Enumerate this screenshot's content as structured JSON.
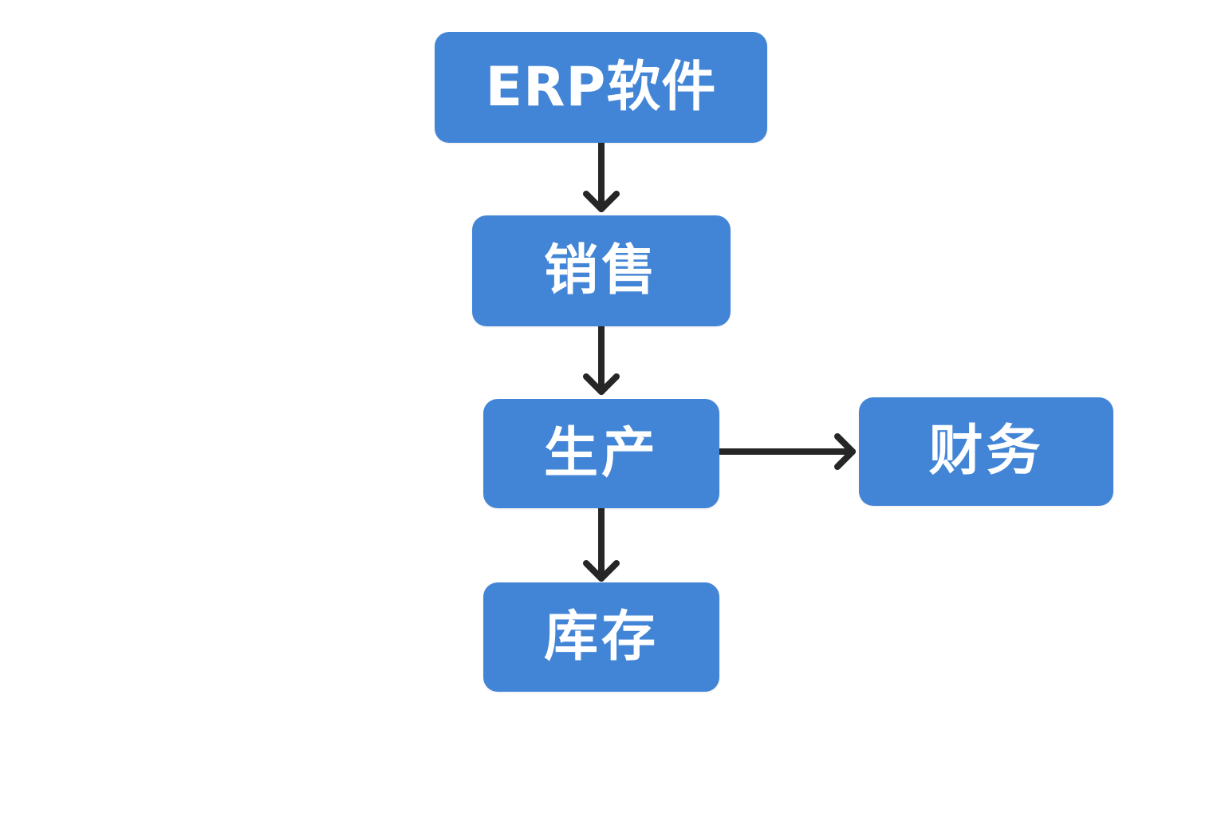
{
  "diagram": {
    "nodes": {
      "erp": "ERP软件",
      "sales": "销售",
      "production": "生产",
      "finance": "财务",
      "inventory": "库存"
    },
    "edges": [
      {
        "from": "erp",
        "to": "sales"
      },
      {
        "from": "sales",
        "to": "production"
      },
      {
        "from": "production",
        "to": "finance"
      },
      {
        "from": "production",
        "to": "inventory"
      }
    ],
    "colors": {
      "node_fill": "#4285d6",
      "node_text": "#ffffff",
      "arrow": "#262626"
    }
  }
}
